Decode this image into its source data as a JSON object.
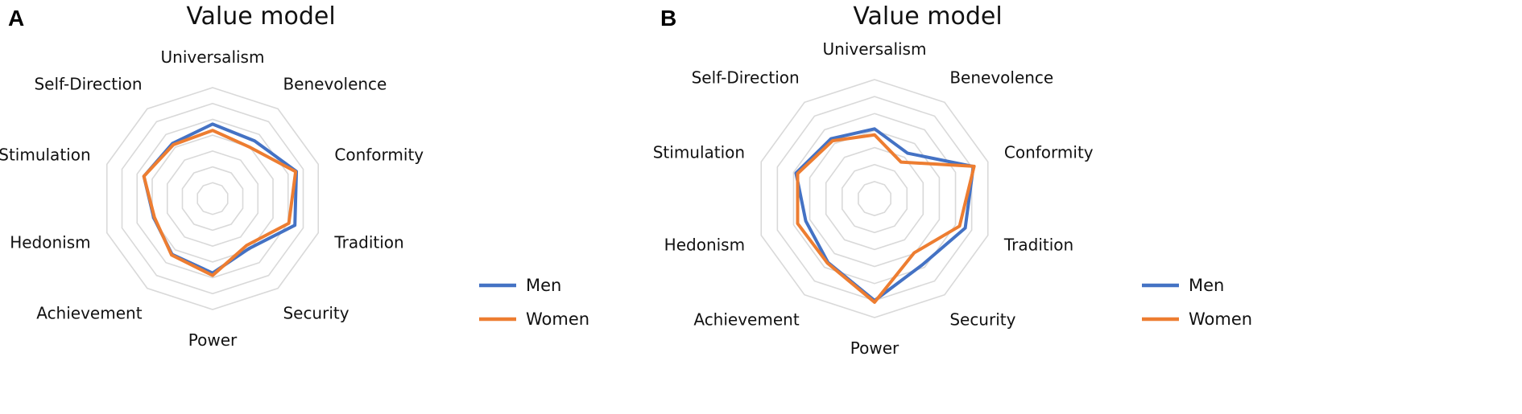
{
  "chart_data": [
    {
      "panel": "A",
      "type": "radar",
      "title": "Value model",
      "categories": [
        "Universalism",
        "Benevolence",
        "Conformity",
        "Tradition",
        "Security",
        "Power",
        "Achievement",
        "Hedonism",
        "Stimulation",
        "Self-Direction"
      ],
      "rlim": [
        0,
        7
      ],
      "grid": true,
      "legend_position": "right",
      "series": [
        {
          "name": "Men",
          "color": "#4472C4",
          "values": [
            4.7,
            4.5,
            5.55,
            5.45,
            3.9,
            4.7,
            4.35,
            3.9,
            4.55,
            4.3
          ]
        },
        {
          "name": "Women",
          "color": "#ED7D31",
          "values": [
            4.3,
            4.0,
            5.5,
            5.05,
            3.65,
            4.85,
            4.4,
            3.85,
            4.55,
            4.2
          ]
        }
      ]
    },
    {
      "panel": "B",
      "type": "radar",
      "title": "Value model",
      "categories": [
        "Universalism",
        "Benevolence",
        "Conformity",
        "Tradition",
        "Security",
        "Power",
        "Achievement",
        "Hedonism",
        "Stimulation",
        "Self-Direction"
      ],
      "rlim": [
        0,
        7
      ],
      "grid": true,
      "legend_position": "right",
      "series": [
        {
          "name": "Men",
          "color": "#4472C4",
          "values": [
            4.1,
            3.3,
            6.1,
            5.6,
            4.8,
            6.0,
            4.65,
            4.25,
            4.85,
            4.35
          ]
        },
        {
          "name": "Women",
          "color": "#ED7D31",
          "values": [
            3.75,
            2.65,
            6.15,
            5.25,
            3.95,
            6.1,
            4.7,
            4.75,
            4.75,
            4.2
          ]
        }
      ]
    }
  ]
}
